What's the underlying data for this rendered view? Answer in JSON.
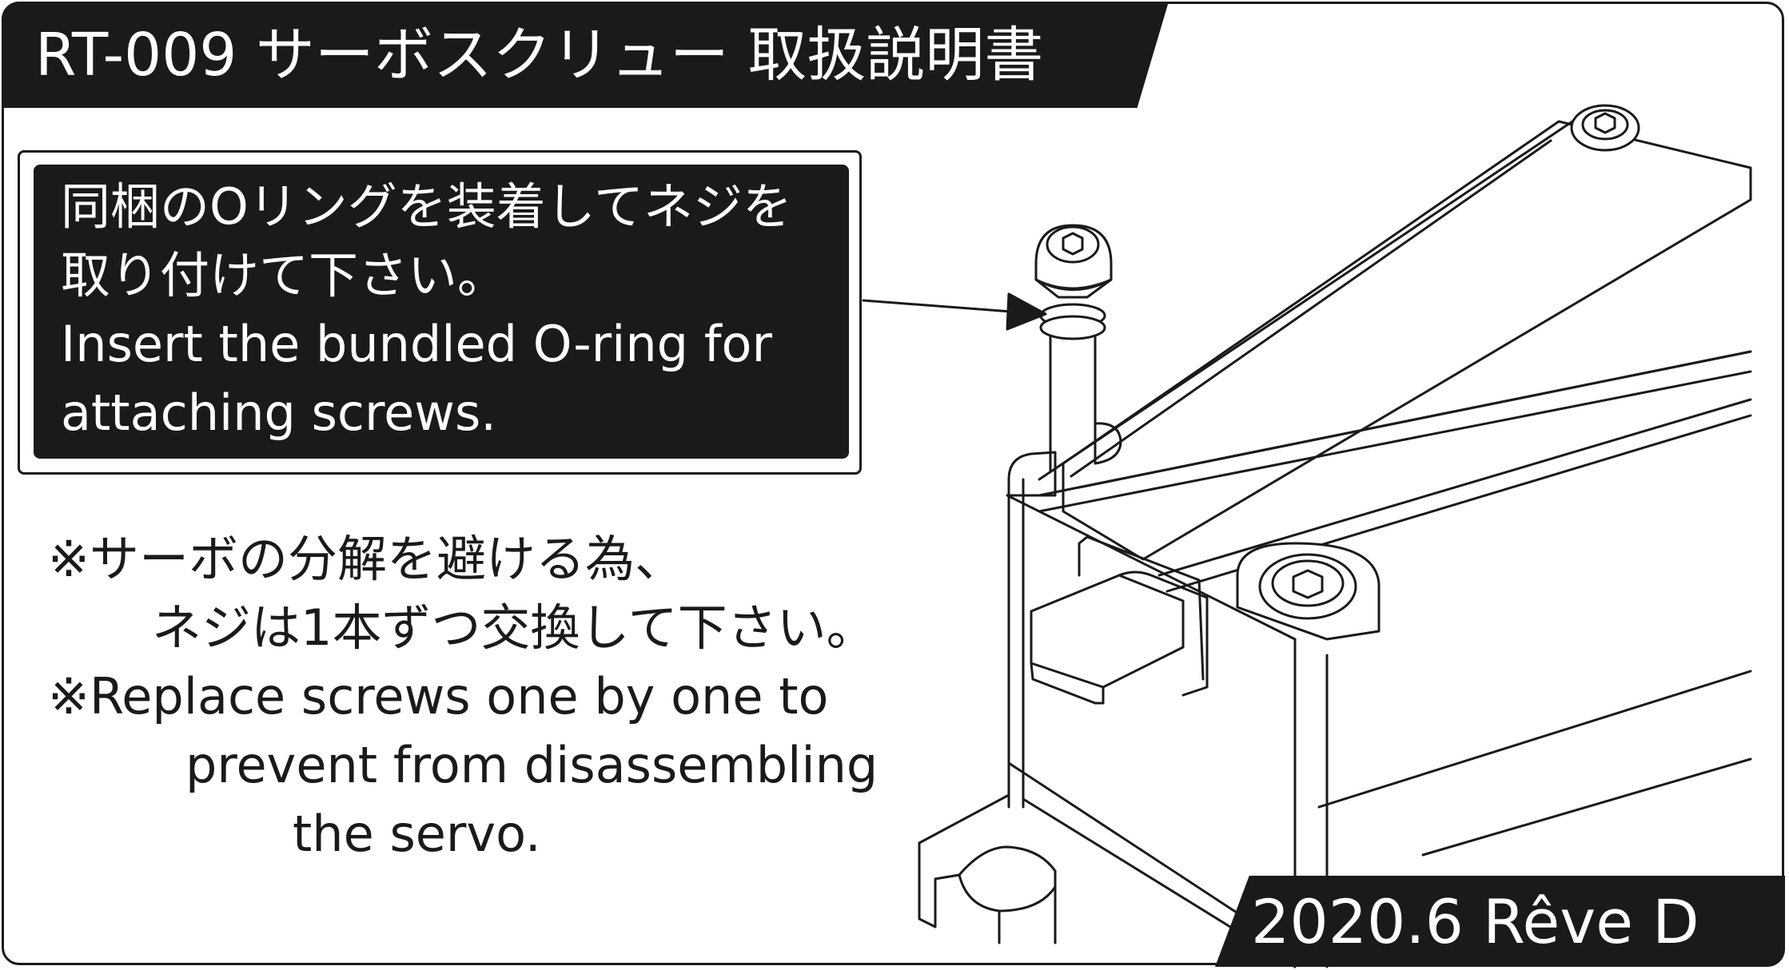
{
  "header": {
    "title": "RT-009 サーボスクリュー 取扱説明書"
  },
  "callout": {
    "lines": [
      "同梱のOリングを装着してネジを",
      "取り付けて下さい。",
      "Insert the bundled O-ring for",
      "attaching screws."
    ]
  },
  "notes": {
    "lines": [
      "※サーボの分解を避ける為、",
      "ネジは1本ずつ交換して下さい。",
      "※Replace screws one by one to",
      "prevent from disassembling",
      "the servo."
    ]
  },
  "footer": {
    "date_brand": "2020.6 Rêve D"
  },
  "colors": {
    "ink": "#1a1a1a",
    "paper": "#ffffff"
  },
  "illustration": {
    "subject_icon": "servo-with-screw-illustration"
  }
}
